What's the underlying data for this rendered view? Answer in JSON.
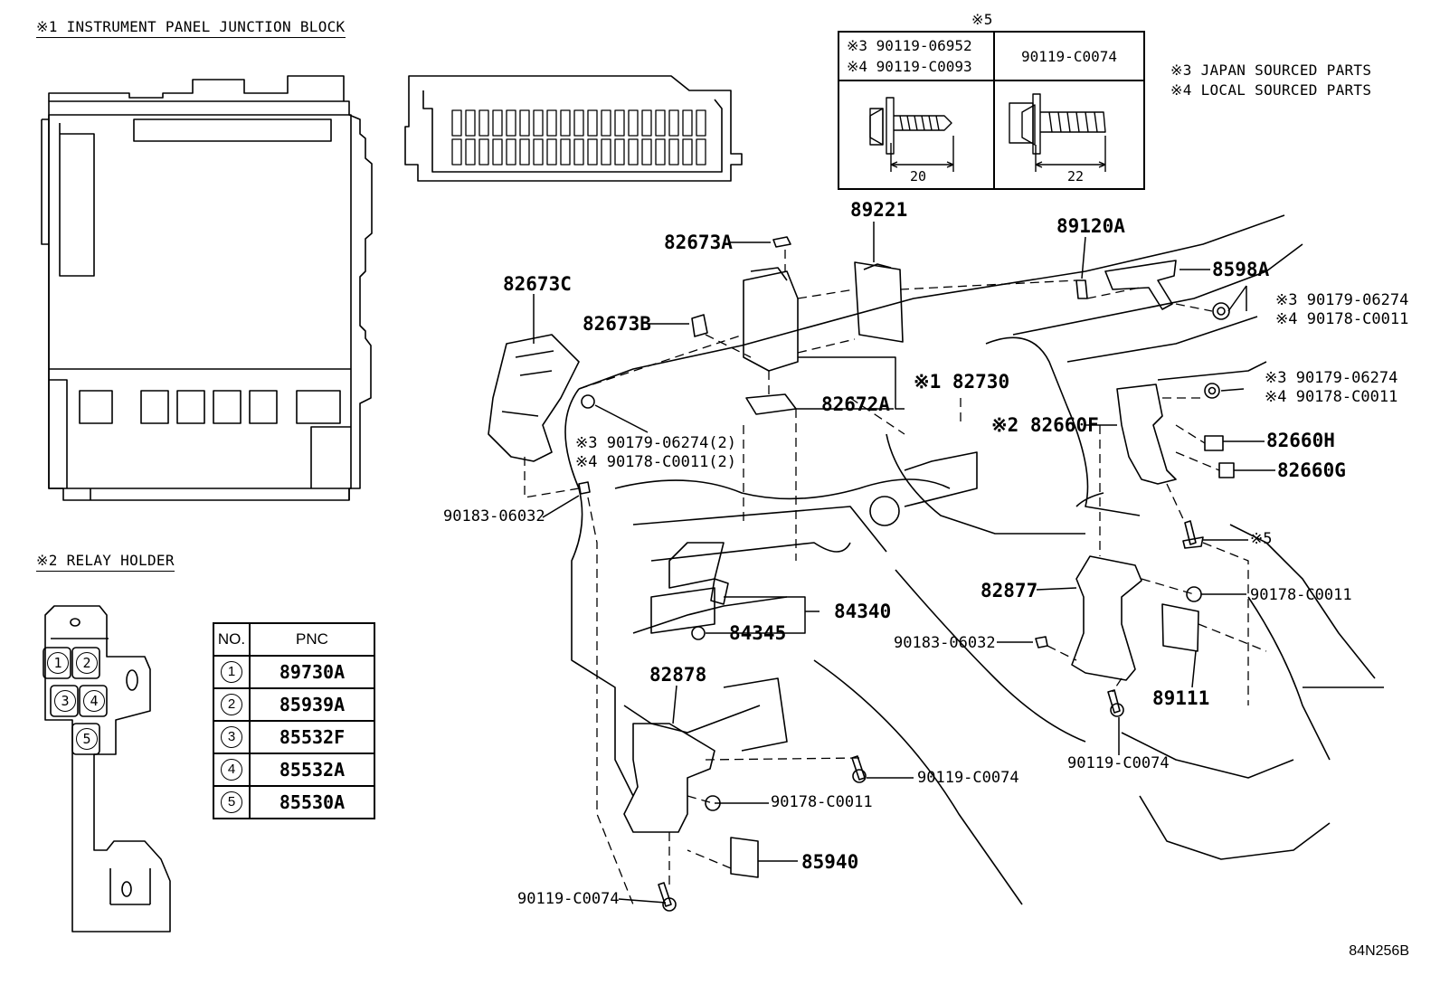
{
  "sections": {
    "junction_block_title": "※1 INSTRUMENT PANEL JUNCTION BLOCK",
    "relay_holder_title": "※2 RELAY HOLDER",
    "bolt_table_title": "※5"
  },
  "notes": {
    "japan": "※3 JAPAN SOURCED PARTS",
    "local": "※4 LOCAL SOURCED PARTS"
  },
  "bolt_table": {
    "left_header_1": "※3 90119-06952",
    "left_header_2": "※4 90119-C0093",
    "right_header": "90119-C0074",
    "left_dim": "20",
    "right_dim": "22"
  },
  "pnc_table": {
    "header_no": "NO.",
    "header_pnc": "PNC",
    "rows": [
      {
        "no": "1",
        "pnc": "89730A"
      },
      {
        "no": "2",
        "pnc": "85939A"
      },
      {
        "no": "3",
        "pnc": "85532F"
      },
      {
        "no": "4",
        "pnc": "85532A"
      },
      {
        "no": "5",
        "pnc": "85530A"
      }
    ]
  },
  "relay_numbers": [
    "1",
    "2",
    "3",
    "4",
    "5"
  ],
  "callouts": {
    "c89221": "89221",
    "c89120A": "89120A",
    "c8598A": "8598A",
    "c82673A": "82673A",
    "c82673C": "82673C",
    "c82673B": "82673B",
    "c82730": "※1 82730",
    "c82672A": "82672A",
    "c82660F": "※2 82660F",
    "c82660H": "82660H",
    "c82660G": "82660G",
    "c5": "※5",
    "r1_a": "※3 90179-06274",
    "r1_b": "※4 90178-C0011",
    "r2_a": "※3 90179-06274",
    "r2_b": "※4 90178-C0011",
    "l_a": "※3 90179-06274(2)",
    "l_b": "※4 90178-C0011(2)",
    "c90183_left": "90183-06032",
    "c90183_mid": "90183-06032",
    "c84340": "84340",
    "c84345": "84345",
    "c82877": "82877",
    "c82878": "82878",
    "c90178_right": "90178-C0011",
    "c89111": "89111",
    "c90119_right": "90119-C0074",
    "c90119_mid": "90119-C0074",
    "c90178_bottom": "90178-C0011",
    "c85940": "85940",
    "c90119_bottom": "90119-C0074"
  },
  "diagram_ref": "84N256B"
}
